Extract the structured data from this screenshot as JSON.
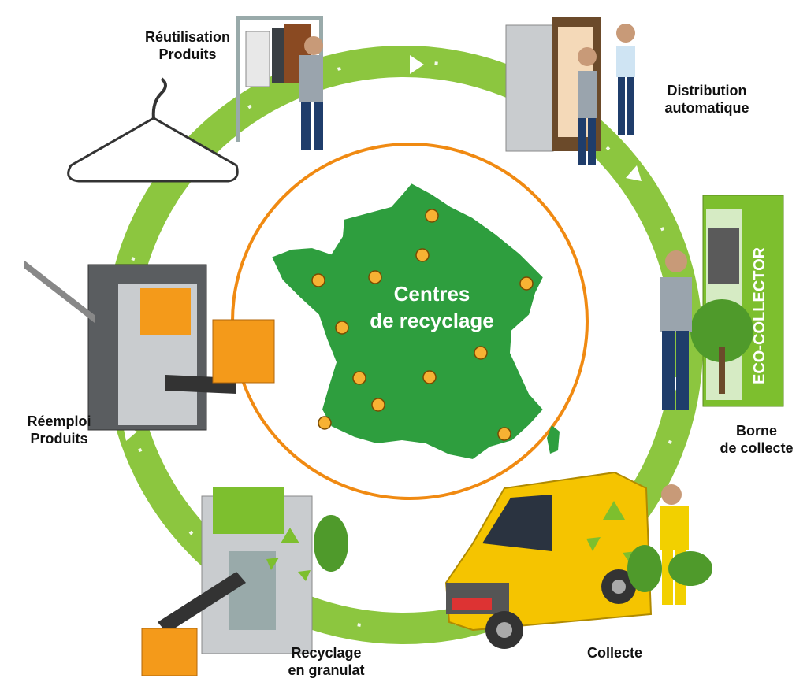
{
  "center": {
    "title_line1": "Centres",
    "title_line2": "de recyclage"
  },
  "stages": [
    {
      "id": "reutilisation",
      "line1": "Réutilisation",
      "line2": "Produits"
    },
    {
      "id": "distribution",
      "line1": "Distribution",
      "line2": "automatique"
    },
    {
      "id": "borne",
      "line1": "Borne",
      "line2": "de collecte"
    },
    {
      "id": "collecte",
      "line1": "Collecte",
      "line2": ""
    },
    {
      "id": "recyclage",
      "line1": "Recyclage",
      "line2": "en granulat"
    },
    {
      "id": "reemploi",
      "line1": "Réemploi",
      "line2": "Produits"
    }
  ],
  "machine": {
    "brand": "ECO-COLLECTOR"
  },
  "colors": {
    "ring_green": "#8cc63f",
    "map_green": "#2e9e3e",
    "center_circle": "#f08a12",
    "dot_fill": "#f7b233",
    "machine_green": "#7dbf2e",
    "van_yellow": "#f5c400"
  },
  "icons": [
    "hanger-icon",
    "recycle-icon",
    "map-pin-icon"
  ]
}
